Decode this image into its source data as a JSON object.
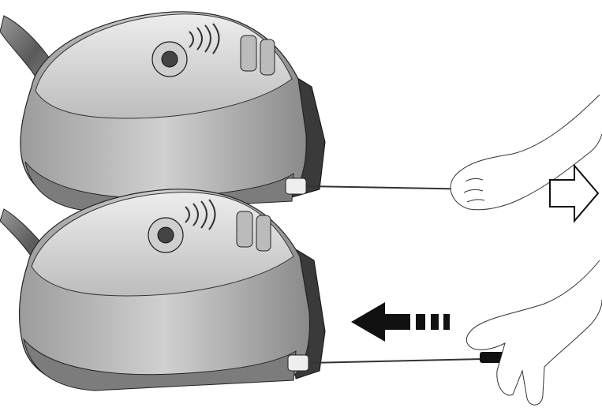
{
  "illustration": {
    "subject": "vacuum-cleaner-cord-rewind",
    "panels": [
      {
        "id": "pull-out",
        "action": "pull-cord-out",
        "arrow": "outline-arrow-right"
      },
      {
        "id": "rewind",
        "action": "release-cord-to-rewind",
        "arrow": "solid-dashed-arrow-left"
      }
    ]
  },
  "colors": {
    "background": "#ffffff",
    "body_light": "#d9d9d9",
    "body_mid": "#a8a8a8",
    "body_dark": "#3a3a3a",
    "outline": "#222222",
    "hose": "#6f6f6f",
    "arrow_fill": "#111111"
  }
}
